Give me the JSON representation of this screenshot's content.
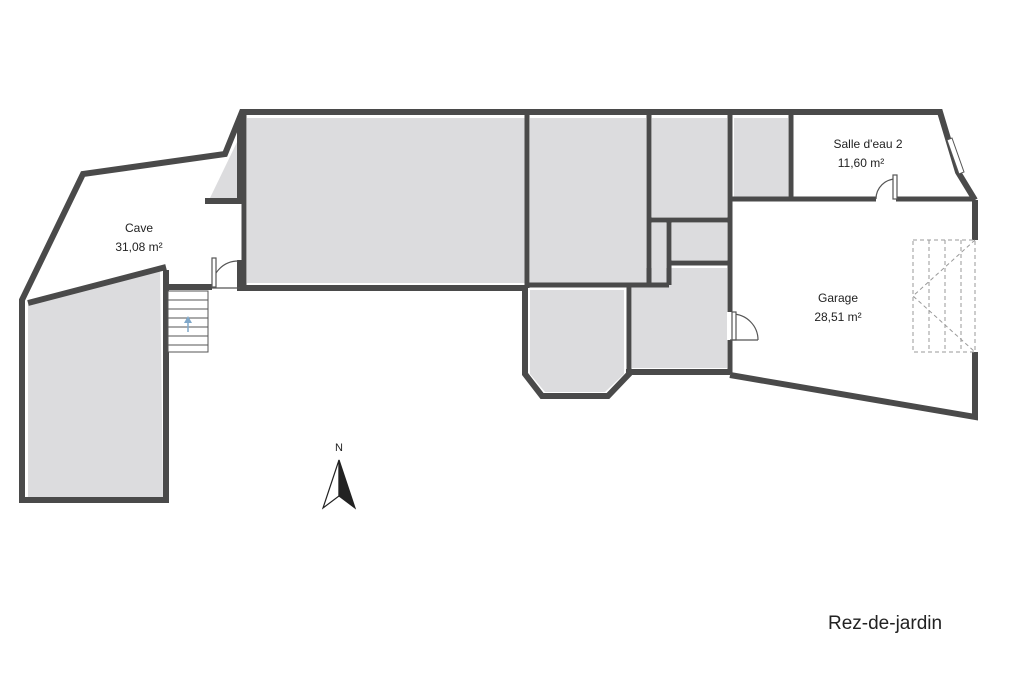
{
  "rooms": {
    "cave": {
      "name": "Cave",
      "area": "31,08 m²"
    },
    "salle_eau": {
      "name": "Salle d'eau 2",
      "area": "11,60 m²"
    },
    "garage": {
      "name": "Garage",
      "area": "28,51 m²"
    }
  },
  "compass": {
    "label": "N"
  },
  "level": {
    "title": "Rez-de-jardin"
  },
  "colors": {
    "wall": "#4a4a4a",
    "inaccessible_fill": "#dcdcde",
    "background": "#ffffff"
  }
}
